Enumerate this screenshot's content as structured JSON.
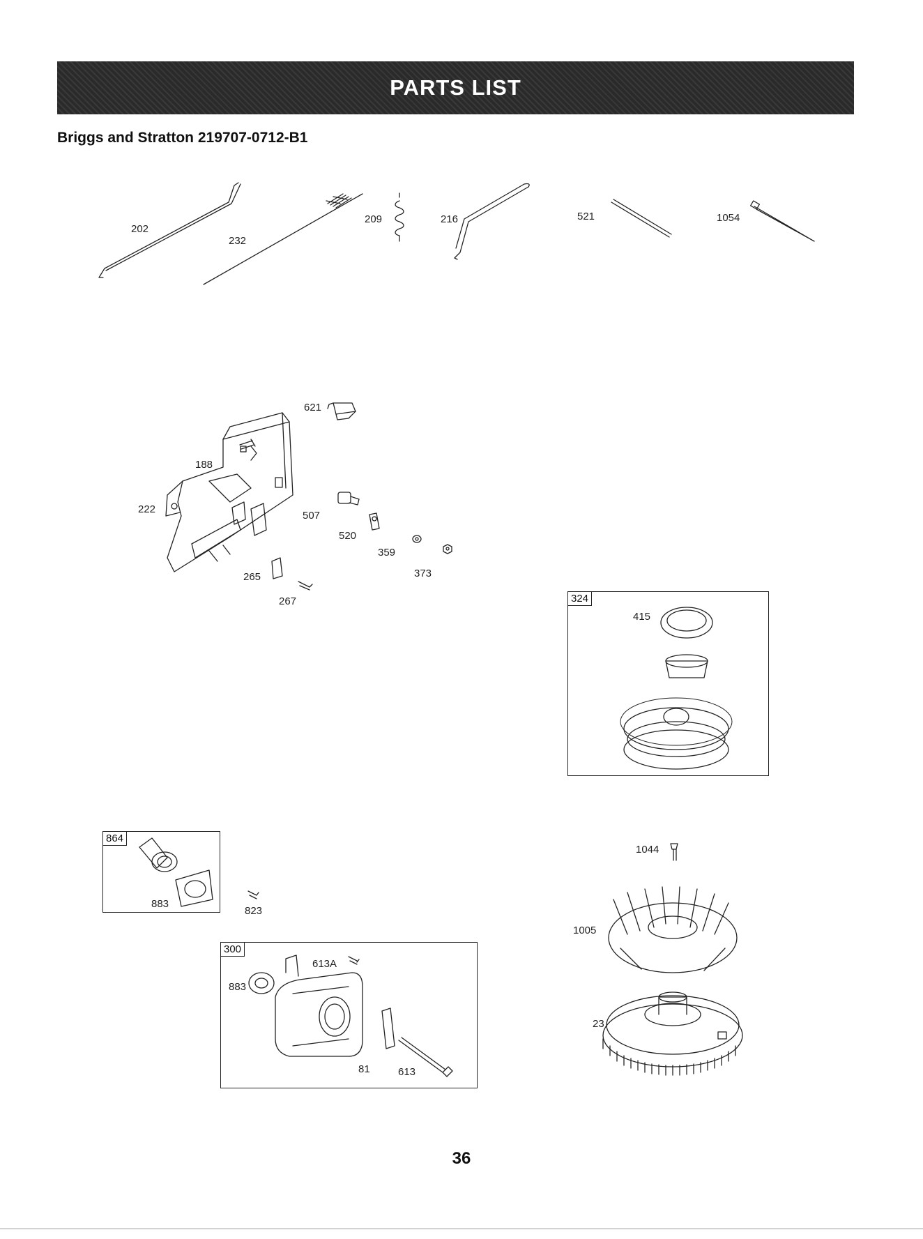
{
  "header": {
    "banner_title": "PARTS LIST",
    "subtitle": "Briggs and Stratton 219707-0712-B1"
  },
  "parts": {
    "p202": "202",
    "p232": "232",
    "p209": "209",
    "p216": "216",
    "p521": "521",
    "p1054": "1054",
    "p621": "621",
    "p188": "188",
    "p222": "222",
    "p507": "507",
    "p520": "520",
    "p359": "359",
    "p373": "373",
    "p265": "265",
    "p267": "267",
    "p324": "324",
    "p415": "415",
    "p864": "864",
    "p883a": "883",
    "p823": "823",
    "p300": "300",
    "p883b": "883",
    "p613A": "613A",
    "p81": "81",
    "p613": "613",
    "p1044": "1044",
    "p1005": "1005",
    "p23": "23"
  },
  "page_number": "36",
  "colors": {
    "banner": "#2a2a2a",
    "line_art": "#222222"
  }
}
